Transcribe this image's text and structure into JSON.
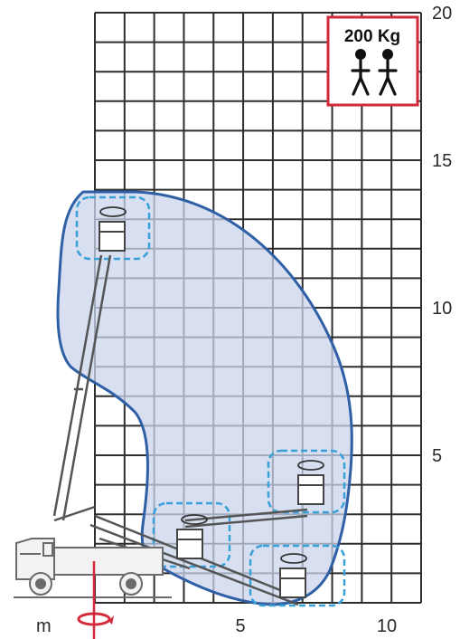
{
  "load_box": {
    "text": "200 Kg",
    "persons": 2,
    "border_color": "#d22a3a",
    "icon": "two-persons-icon"
  },
  "axes": {
    "unit_label": "m",
    "x_ticks": [
      {
        "value": 5,
        "label": "5"
      },
      {
        "value": 10,
        "label": "10"
      }
    ],
    "y_ticks": [
      {
        "value": 5,
        "label": "5"
      },
      {
        "value": 10,
        "label": "10"
      },
      {
        "value": 15,
        "label": "15"
      },
      {
        "value": 20,
        "label": "20"
      }
    ]
  },
  "colors": {
    "grid": "#2e2e2e",
    "envelope_fill": "#c9d4ec",
    "envelope_stroke": "#2f5fa5",
    "dash": "#3aa0d8",
    "truck": "#6b6b6b",
    "rotation_mark": "#d22a3a"
  },
  "icons": [
    "rotation-arrow-icon",
    "basket-icon",
    "truck-icon",
    "two-persons-icon"
  ]
}
